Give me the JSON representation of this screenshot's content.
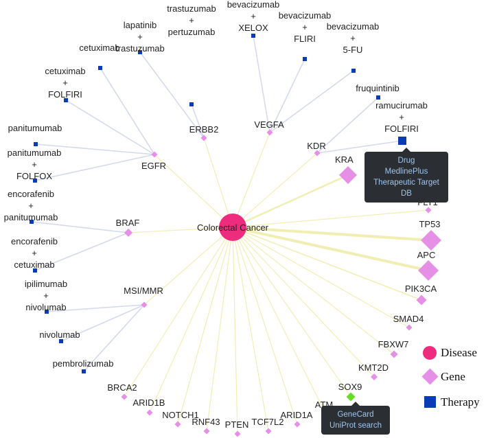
{
  "colors": {
    "disease": "#ee2c7d",
    "gene": "#e58fe6",
    "gene_highlight": "#66dd22",
    "therapy": "#0a3cb4",
    "edge_disease_gene": "#f1eeb4",
    "edge_gene_therapy": "#d5d9ec",
    "tooltip_bg": "#2b2f33",
    "tooltip_text": "#9ec4f0"
  },
  "disease": {
    "label": "Colorectal Cancer"
  },
  "genes": [
    {
      "id": "EGFR",
      "label": "EGFR"
    },
    {
      "id": "ERBB2",
      "label": "ERBB2"
    },
    {
      "id": "VEGFA",
      "label": "VEGFA"
    },
    {
      "id": "KDR",
      "label": "KDR"
    },
    {
      "id": "KRAS",
      "label": "KRA"
    },
    {
      "id": "FLT1",
      "label": "FLT1"
    },
    {
      "id": "TP53",
      "label": "TP53"
    },
    {
      "id": "APC",
      "label": "APC"
    },
    {
      "id": "PIK3CA",
      "label": "PIK3CA"
    },
    {
      "id": "SMAD4",
      "label": "SMAD4"
    },
    {
      "id": "FBXW7",
      "label": "FBXW7"
    },
    {
      "id": "KMT2D",
      "label": "KMT2D"
    },
    {
      "id": "SOX9",
      "label": "SOX9"
    },
    {
      "id": "ATM",
      "label": "ATM"
    },
    {
      "id": "ARID1A",
      "label": "ARID1A"
    },
    {
      "id": "TCF7L2",
      "label": "TCF7L2"
    },
    {
      "id": "PTEN",
      "label": "PTEN"
    },
    {
      "id": "RNF43",
      "label": "RNF43"
    },
    {
      "id": "NOTCH1",
      "label": "NOTCH1"
    },
    {
      "id": "ARID1B",
      "label": "ARID1B"
    },
    {
      "id": "BRCA2",
      "label": "BRCA2"
    },
    {
      "id": "MSIMMR",
      "label": "MSI/MMR"
    },
    {
      "id": "BRAF",
      "label": "BRAF"
    }
  ],
  "therapies": [
    {
      "id": "t_trastuzumab_pertuzumab",
      "lines": [
        "trastuzumab",
        "+",
        "pertuzumab"
      ],
      "gene": "ERBB2"
    },
    {
      "id": "t_bev_xelox",
      "lines": [
        "bevacizumab",
        "+",
        "XELOX"
      ],
      "gene": "VEGFA"
    },
    {
      "id": "t_bev_fliri",
      "lines": [
        "bevacizumab",
        "+",
        "FLIRI"
      ],
      "gene": "VEGFA"
    },
    {
      "id": "t_bev_5fu",
      "lines": [
        "bevacizumab",
        "+",
        "5-FU"
      ],
      "gene": "VEGFA"
    },
    {
      "id": "t_lapatinib_trastuzumab",
      "lines": [
        "lapatinib",
        "+",
        "trastuzumab"
      ],
      "gene": "ERBB2"
    },
    {
      "id": "t_cetuximab",
      "lines": [
        "cetuximab"
      ],
      "gene": "EGFR"
    },
    {
      "id": "t_cetuximab_folfiri",
      "lines": [
        "cetuximab",
        "+",
        "FOLFIRI"
      ],
      "gene": "EGFR"
    },
    {
      "id": "t_panitumumab",
      "lines": [
        "panitumumab"
      ],
      "gene": "EGFR"
    },
    {
      "id": "t_panitumumab_folfox",
      "lines": [
        "panitumumab",
        "+",
        "FOLFOX"
      ],
      "gene": "EGFR"
    },
    {
      "id": "t_fruquintinib",
      "lines": [
        "fruquintinib"
      ],
      "gene": "KDR"
    },
    {
      "id": "t_ramucirumab_folfiri",
      "lines": [
        "ramucirumab",
        "+",
        "FOLFIRI"
      ],
      "gene": "KDR"
    },
    {
      "id": "t_encorafenib_panitumumab",
      "lines": [
        "encorafenib",
        "+",
        "panitumumab"
      ],
      "gene": "BRAF"
    },
    {
      "id": "t_encorafenib_cetuximab",
      "lines": [
        "encorafenib",
        "+",
        "cetuximab"
      ],
      "gene": "BRAF"
    },
    {
      "id": "t_ipilimumab_nivolumab",
      "lines": [
        "ipilimumab",
        "+",
        "nivolumab"
      ],
      "gene": "MSIMMR"
    },
    {
      "id": "t_nivolumab",
      "lines": [
        "nivolumab"
      ],
      "gene": "MSIMMR"
    },
    {
      "id": "t_pembrolizumab",
      "lines": [
        "pembrolizumab"
      ],
      "gene": "MSIMMR"
    }
  ],
  "tooltip_drug": {
    "items": [
      "Drug",
      "MedlinePlus",
      "Therapeutic Target DB"
    ]
  },
  "tooltip_gene": {
    "items": [
      "GeneCard",
      "UniProt search"
    ]
  },
  "legend": {
    "disease": "Disease",
    "gene": "Gene",
    "therapy": "Therapy"
  }
}
